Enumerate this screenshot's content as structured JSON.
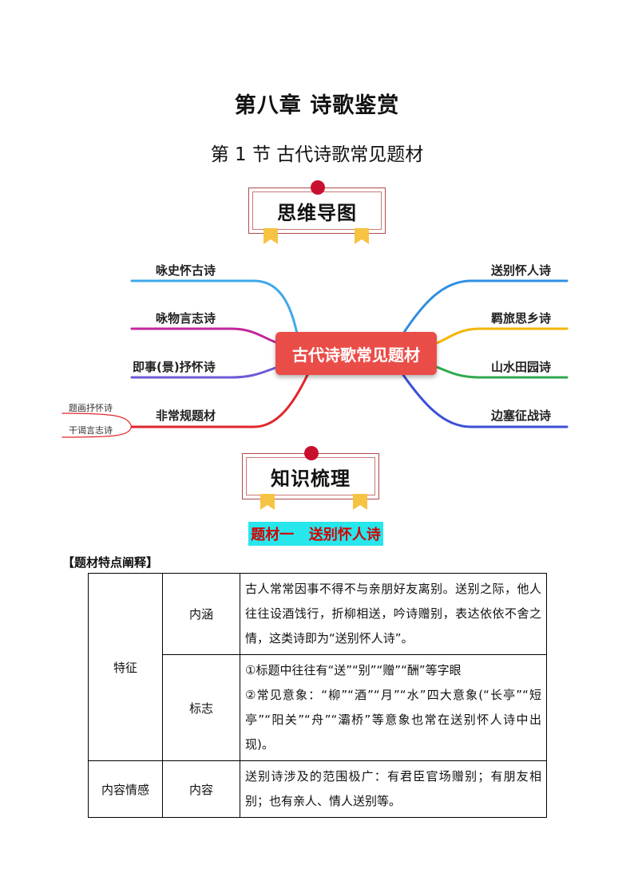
{
  "chapter_title": "第八章  诗歌鉴赏",
  "section_title": "第 1 节  古代诗歌常见题材",
  "banner_mindmap": "思维导图",
  "banner_knowledge": "知识梳理",
  "mindmap": {
    "center": "古代诗歌常见题材",
    "left": [
      "咏史怀古诗",
      "咏物言志诗",
      "即事(景)抒怀诗",
      "非常规题材"
    ],
    "left_sub": [
      "题画抒怀诗",
      "干谒言志诗"
    ],
    "right": [
      "送别怀人诗",
      "羁旅思乡诗",
      "山水田园诗",
      "边塞征战诗"
    ],
    "colors": {
      "left": [
        "#3fa9e8",
        "#c2279b",
        "#6b5bd6",
        "#e0262b"
      ],
      "right": [
        "#2f8fe3",
        "#f2b705",
        "#2fa84f",
        "#3b4fd6"
      ]
    }
  },
  "topic_heading": "题材一   送别怀人诗",
  "bracket_label": "【题材特点阐释】",
  "table": {
    "feature_label": "特征",
    "neihan_label": "内涵",
    "neihan_text": "古人常常因事不得不与亲朋好友离别。送别之际，他人往往设酒饯行，折柳相送，吟诗赠别，表达依依不舍之情，这类诗即为“送别怀人诗”。",
    "biaozhi_label": "标志",
    "biaozhi_line1": "①标题中往往有“送”“别”“赠”“酬”等字眼",
    "biaozhi_line2": "②常见意象：“柳”“酒”“月”“水”四大意象(“长亭”“短亭”“阳关”“舟”“灞桥”等意象也常在送别怀人诗中出现)。",
    "emotion_label": "内容情感",
    "content_label": "内容",
    "content_text": "送别诗涉及的范围极广：有君臣官场赠别；有朋友相别；也有亲人、情人送别等。"
  }
}
